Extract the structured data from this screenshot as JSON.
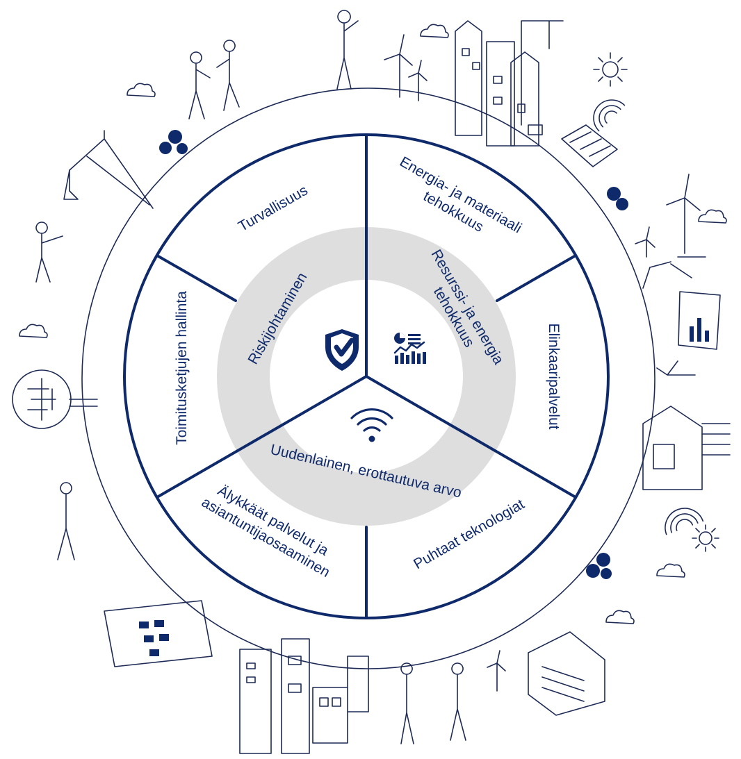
{
  "colors": {
    "navy": "#0f2a6b",
    "ring_gray": "#dedede",
    "white": "#ffffff",
    "sketch": "#1c2a55"
  },
  "outer_segments": [
    {
      "id": "turvallisuus",
      "lines": [
        "Turvallisuus"
      ]
    },
    {
      "id": "energia",
      "lines": [
        "Energia- ja materiaali",
        "tehokkuus"
      ]
    },
    {
      "id": "elinkaari",
      "lines": [
        "Elinkaaripalvelut"
      ]
    },
    {
      "id": "puhtaat",
      "lines": [
        "Puhtaat teknologiat"
      ]
    },
    {
      "id": "alykkaat",
      "lines": [
        "Älykkäät palvelut ja",
        "asiantuntijaosaaminen"
      ]
    },
    {
      "id": "toimitus",
      "lines": [
        "Toimitusketjujen hallinta"
      ]
    }
  ],
  "inner_ring": [
    {
      "id": "riski",
      "lines": [
        "Riskijohtaminen"
      ],
      "icon": "shield-check-icon"
    },
    {
      "id": "resurssi",
      "lines": [
        "Resurssi- ja energia",
        "tehokkuus"
      ],
      "icon": "chart-analytics-icon"
    },
    {
      "id": "uusi",
      "lines": [
        "Uudenlainen, erottautuva arvo"
      ],
      "icon": "wifi-signal-icon"
    }
  ]
}
